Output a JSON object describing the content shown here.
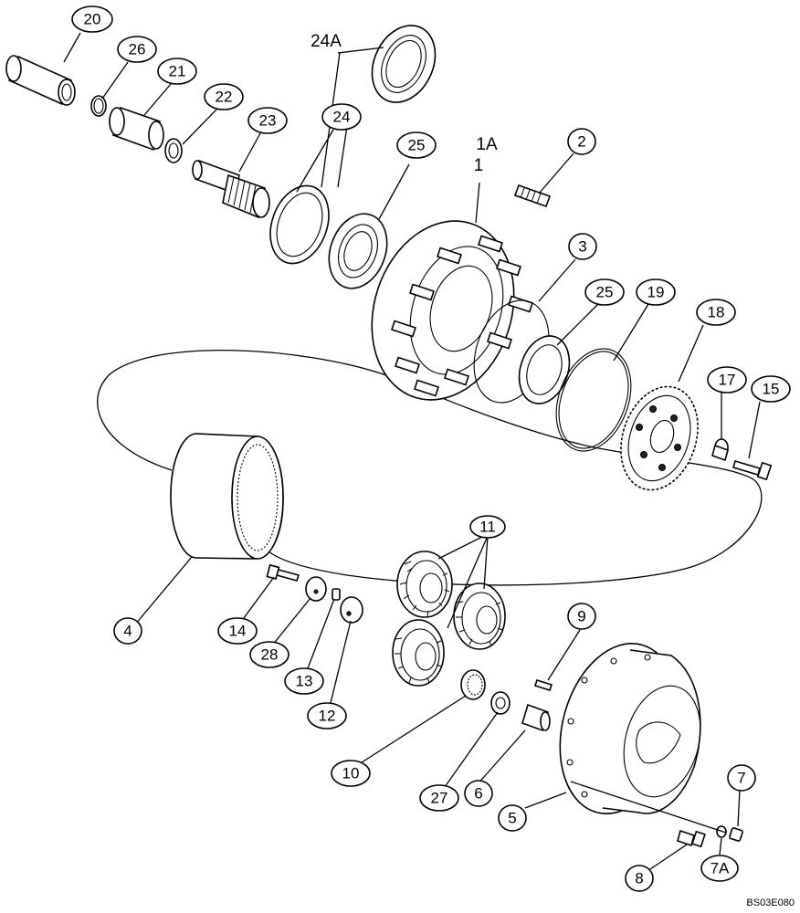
{
  "diagram": {
    "document_code": "BS03E080",
    "plain_labels": [
      "24A",
      "1A",
      "1"
    ],
    "callouts": {
      "c20": "20",
      "c26": "26",
      "c21": "21",
      "c22": "22",
      "c23": "23",
      "c24": "24",
      "c25a": "25",
      "c2": "2",
      "c3": "3",
      "c25b": "25",
      "c19": "19",
      "c18": "18",
      "c17": "17",
      "c15": "15",
      "c11": "11",
      "c9": "9",
      "c4": "4",
      "c14": "14",
      "c28": "28",
      "c13": "13",
      "c12": "12",
      "c10": "10",
      "c27": "27",
      "c6": "6",
      "c5": "5",
      "c7": "7",
      "c8": "8",
      "c7a": "7A"
    }
  }
}
